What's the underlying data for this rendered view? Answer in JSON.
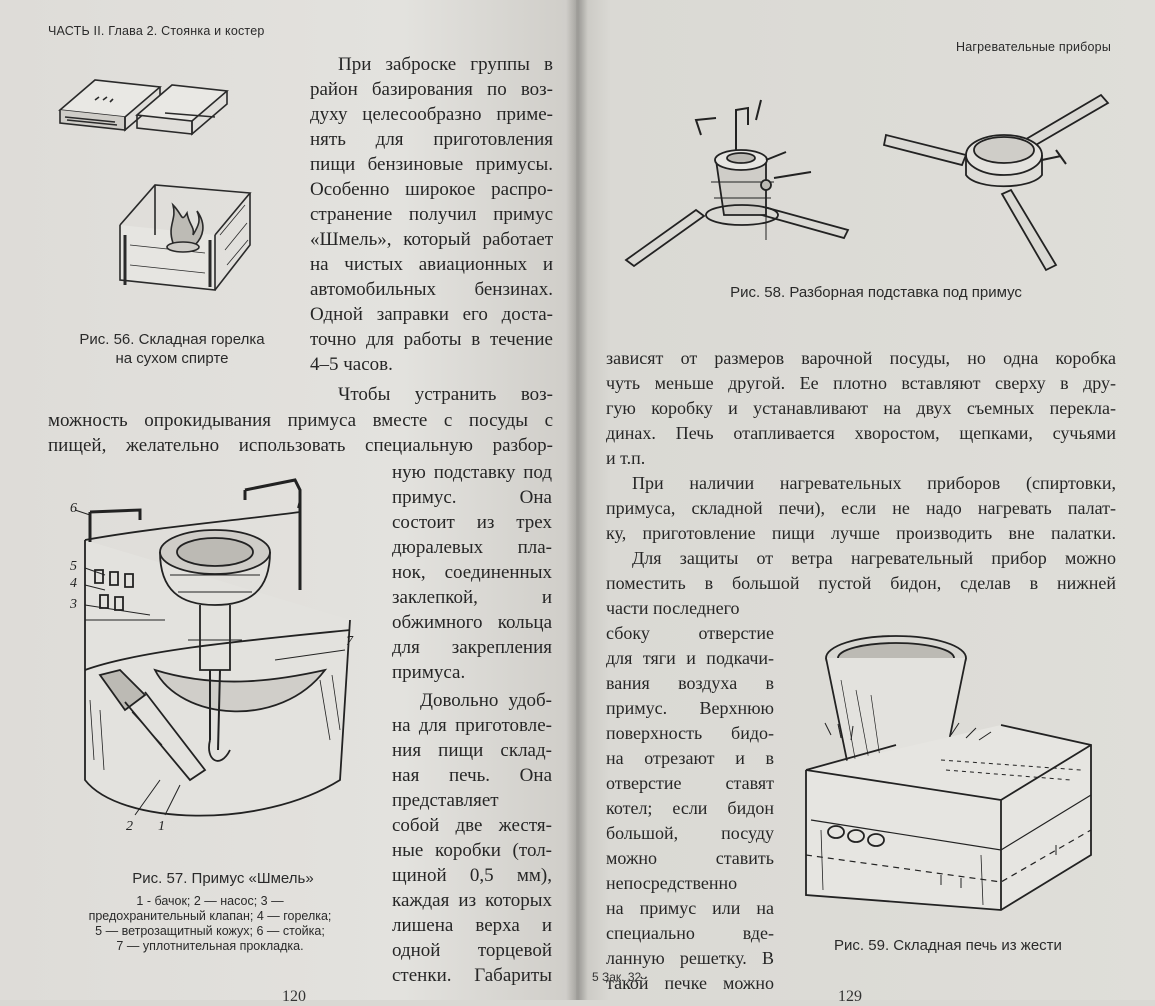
{
  "left_page": {
    "header": "ЧАСТЬ II. Глава 2. Стоянка и костер",
    "figure_56": {
      "caption_line1": "Рис. 56. Складная горелка",
      "caption_line2": "на сухом спирте",
      "illustration": "folding-dry-fuel-burner"
    },
    "figure_57": {
      "caption": "Рис. 57. Примус «Шмель»",
      "legend_lines": [
        "1 - бачок; 2 — насос; 3 —",
        "предохранительный клапан; 4 — горелка;",
        "5 — ветрозащитный кожух; 6 — стойка;",
        "7 — уплотнительная прокладка."
      ],
      "part_labels": [
        "6",
        "5",
        "4",
        "3",
        "7",
        "2",
        "1"
      ],
      "illustration": "primus-shmel-cutaway"
    },
    "text_lines_narrow": [
      "При заброске группы в",
      "район базирования по воз-",
      "духу целесообразно приме-",
      "нять для приготовления",
      "пищи бензиновые примусы.",
      "Особенно широкое распро-",
      "странение получил примус",
      "«Шмель», который работает",
      "на чистых авиационных и",
      "автомобильных бензинах.",
      "Одной заправки его доста-",
      "точно для работы в течение",
      "4–5 часов."
    ],
    "text_lines_indent": "Чтобы устранить воз-",
    "text_lines_full": [
      "можность опрокидывания примуса вместе с посуды с",
      "пищей, желательно использовать специальную разбор-"
    ],
    "text_lines_column": [
      "ную подставку под",
      "примус. Она",
      "состоит из трех",
      "дюралевых пла-",
      "нок, соединенных",
      "заклепкой, и",
      "обжимного кольца",
      "для закрепления",
      "примуса.",
      "Довольно удоб-",
      "на для приготовле-",
      "ния пищи склад-",
      "ная печь. Она",
      "представляет",
      "собой две жестя-",
      "ные коробки (тол-",
      "щиной 0,5 мм),",
      "каждая из которых",
      "лишена верха и",
      "одной торцевой",
      "стенки. Габариты"
    ],
    "page_number": "120"
  },
  "right_page": {
    "header": "Нагревательные приборы",
    "figure_58": {
      "caption": "Рис. 58. Разборная подставка под примус",
      "illustration": "collapsible-primus-stand"
    },
    "figure_59": {
      "caption": "Рис. 59. Складная печь из жести",
      "illustration": "folding-tin-stove"
    },
    "text_lines_full": [
      "зависят от размеров варочной посуды, но одна коробка",
      "чуть меньше другой. Ее плотно вставляют сверху в дру-",
      "гую коробку и устанавливают на двух съемных перекла-",
      "динах. Печь отапливается хворостом, щепками, сучьями",
      "и т.п."
    ],
    "paragraph2_lines": [
      "При наличии нагревательных приборов (спиртовки,",
      "примуса, складной печи), если не надо нагревать палат-",
      "ку, приготовление пищи лучше производить вне палатки."
    ],
    "paragraph3_lines": [
      "Для защиты от ветра нагревательный прибор можно",
      "поместить в большой пустой бидон, сделав в нижней"
    ],
    "text_lines_column": [
      "части последнего",
      "сбоку отверстие",
      "для тяги и подкачи-",
      "вания воздуха в",
      "примус. Верхнюю",
      "поверхность бидо-",
      "на отрезают и в",
      "отверстие ставят",
      "котел; если бидон",
      "большой, посуду",
      "можно ставить",
      "непосредственно",
      "на примус или на",
      "специально вде-",
      "ланную решетку. В",
      "такой печке можно"
    ],
    "footer_mark": "5 Зак. 32",
    "page_number": "129"
  }
}
